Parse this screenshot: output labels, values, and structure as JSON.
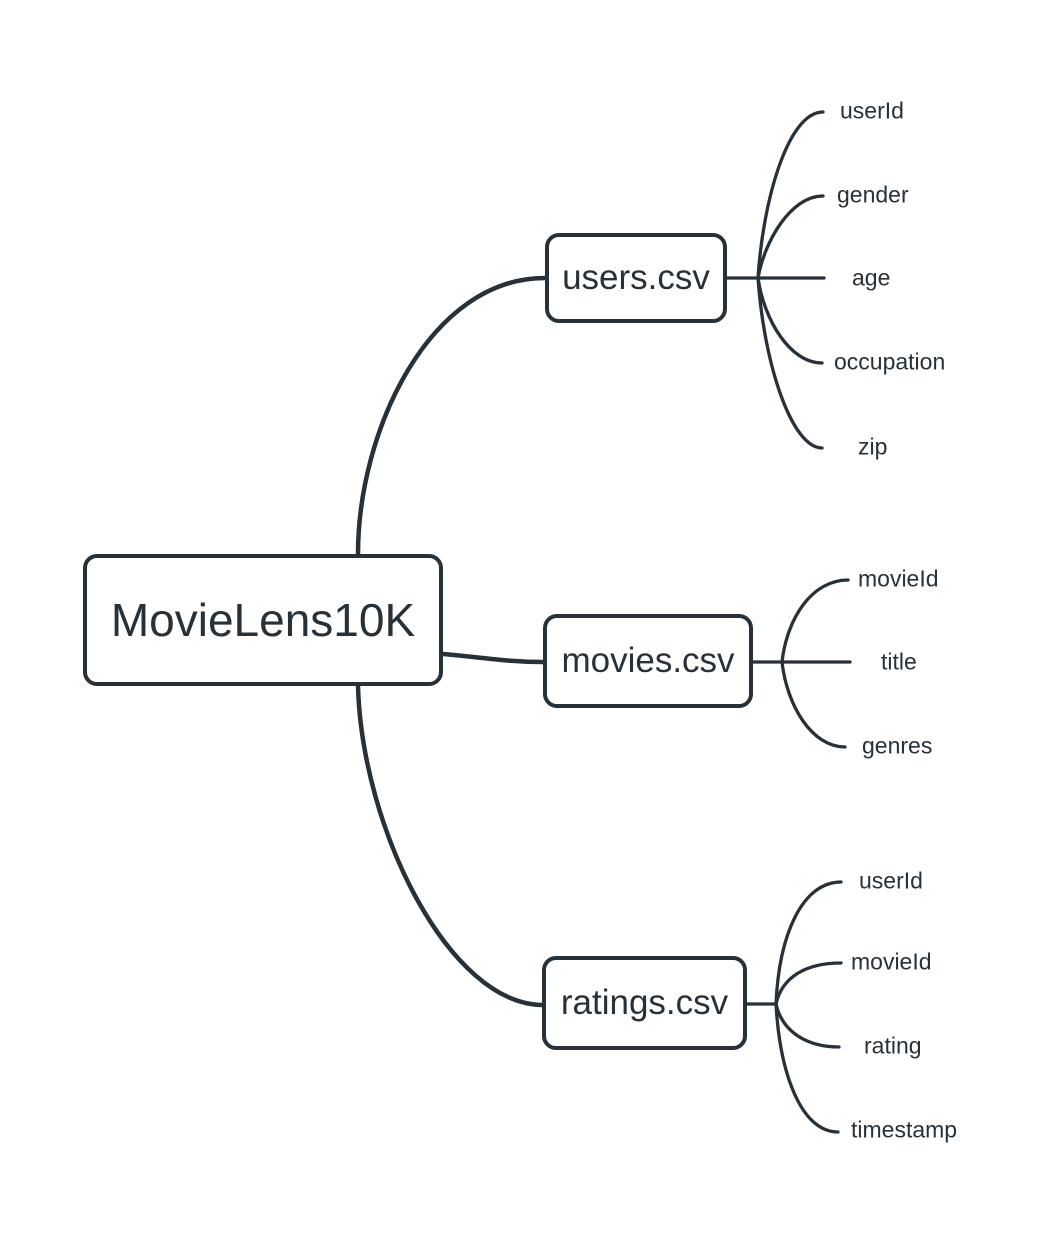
{
  "diagram": {
    "type": "mindmap",
    "colors": {
      "stroke": "#273139",
      "node_fill": "#ffffff",
      "text": "#273139",
      "background": "#ffffff"
    },
    "root": {
      "label": "MovieLens10K"
    },
    "children": [
      {
        "label": "users.csv",
        "fields": [
          "userId",
          "gender",
          "age",
          "occupation",
          "zip"
        ]
      },
      {
        "label": "movies.csv",
        "fields": [
          "movieId",
          "title",
          "genres"
        ]
      },
      {
        "label": "ratings.csv",
        "fields": [
          "userId",
          "movieId",
          "rating",
          "timestamp"
        ]
      }
    ]
  }
}
